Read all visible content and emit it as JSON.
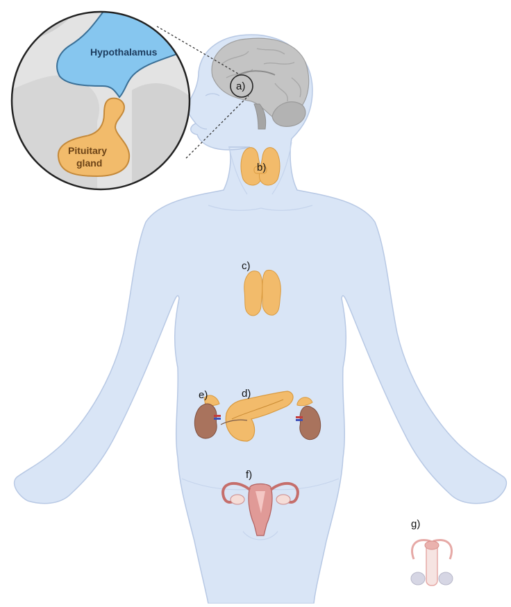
{
  "inset": {
    "hypothalamus_label": "Hypothalamus",
    "pituitary_label_line1": "Pituitary",
    "pituitary_label_line2": "gland"
  },
  "labels": {
    "a": "a)",
    "b": "b)",
    "c": "c)",
    "d": "d)",
    "e": "e)",
    "f": "f)",
    "g": "g)"
  },
  "colors": {
    "body_fill": "#d9e5f6",
    "body_stroke": "#b7c8e4",
    "gland_orange": "#f2bb6b",
    "gland_stroke": "#d99a3f",
    "hypothalamus_blue": "#86c6ef",
    "brain_gray": "#bdbdbd",
    "kidney_brown": "#a9735d",
    "uterus_pink": "#e09a97"
  }
}
